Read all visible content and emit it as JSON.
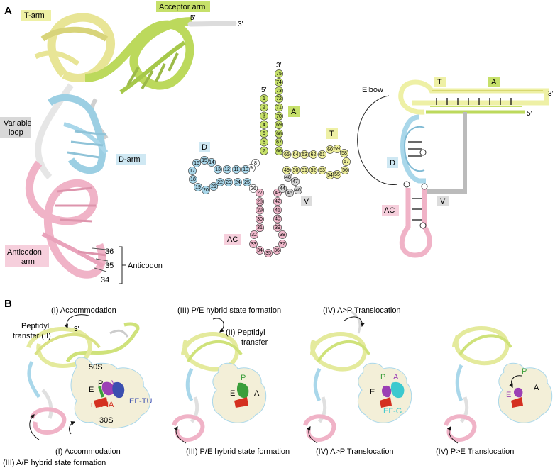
{
  "panelA": {
    "letter": "A",
    "structure3d": {
      "t_arm": "T-arm",
      "acceptor_arm": "Acceptor arm",
      "five_prime": "5′",
      "three_prime": "3′",
      "variable_loop_line1": "Variable",
      "variable_loop_line2": "loop",
      "d_arm": "D-arm",
      "anticodon_arm_line1": "Anticodon",
      "anticodon_arm_line2": "arm",
      "anticodon_positions": [
        "36",
        "35",
        "34"
      ],
      "anticodon": "Anticodon"
    },
    "cloverleaf": {
      "three_prime": "3′",
      "five_prime": "5′",
      "labels": {
        "A": "A",
        "T": "T",
        "D": "D",
        "V": "V",
        "AC": "AC"
      },
      "nucleotides": [
        "1",
        "2",
        "3",
        "4",
        "5",
        "6",
        "7",
        "8",
        "9",
        "10",
        "11",
        "12",
        "13",
        "14",
        "15",
        "16",
        "17",
        "18",
        "19",
        "20",
        "21",
        "22",
        "23",
        "24",
        "25",
        "26",
        "27",
        "28",
        "29",
        "30",
        "31",
        "32",
        "33",
        "34",
        "35",
        "36",
        "37",
        "38",
        "39",
        "40",
        "41",
        "42",
        "43",
        "44",
        "45",
        "46",
        "47",
        "48",
        "49",
        "50",
        "51",
        "52",
        "53",
        "54",
        "55",
        "56",
        "57",
        "58",
        "59",
        "60",
        "61",
        "62",
        "63",
        "64",
        "65",
        "66",
        "67",
        "68",
        "69",
        "70",
        "71",
        "72",
        "73",
        "74",
        "75"
      ]
    },
    "schematic": {
      "elbow": "Elbow",
      "labels": {
        "T": "T",
        "A": "A",
        "D": "D",
        "AC": "AC",
        "V": "V"
      },
      "three_prime": "3′",
      "five_prime": "5′"
    }
  },
  "panelB": {
    "letter": "B",
    "panel1": {
      "accommodation_top": "(I) Accommodation",
      "peptidyl_line1": "Peptidyl",
      "peptidyl_line2": "transfer (II)",
      "three_prime": "3′",
      "subunit_50s": "50S",
      "subunit_30s": "30S",
      "site_e": "E",
      "site_p": "P",
      "site_a": "A",
      "mrna": "mRNA",
      "ef_tu": "EF-TU",
      "accommodation_bottom": "(I) Accommodation",
      "ap_hybrid": "(III) A/P hybrid state formation"
    },
    "panel2": {
      "top": "(III) P/E hybrid state formation",
      "peptidyl_line1": "(II) Peptidyl",
      "peptidyl_line2": "transfer",
      "site_e": "E",
      "site_p": "P",
      "site_a": "A",
      "bottom": "(III) P/E hybrid state formation"
    },
    "panel3": {
      "top": "(IV) A>P Translocation",
      "site_e": "E",
      "site_p": "P",
      "site_a": "A",
      "ef_g": "EF-G",
      "bottom": "(IV) A>P Translocation"
    },
    "panel4": {
      "site_e": "E",
      "site_p": "P",
      "site_a": "A",
      "bottom": "(IV) P>E Translocation"
    }
  },
  "colors": {
    "acceptor": "#c6e06a",
    "t_arm": "#eeef9c",
    "d_arm": "#a9d7ea",
    "anticodon": "#f1b9cc",
    "variable": "#d4d4d4",
    "ribosome": "#f3efd8",
    "ef_tu": "#3b4fb0",
    "ef_g": "#3cc9cf",
    "mrna": "#d43020",
    "p_site": "#3a9e3a",
    "a_site": "#9b3fb5"
  }
}
